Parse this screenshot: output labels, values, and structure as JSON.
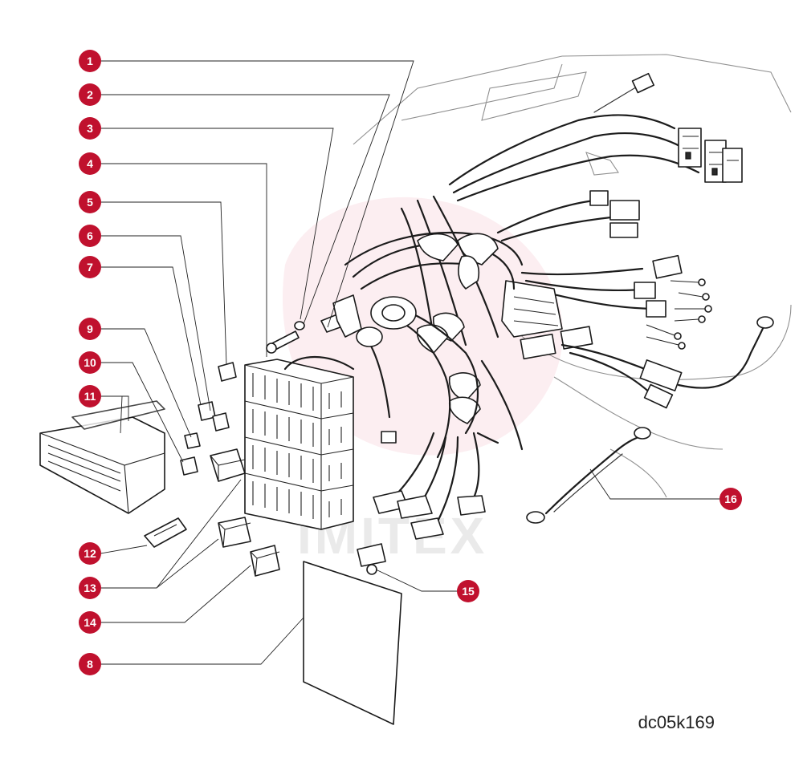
{
  "diagram": {
    "reference_code": "dc05k169",
    "watermark_text": "IMITEX",
    "callout_color": "#c0112e",
    "callouts": [
      {
        "id": "1",
        "label": "1"
      },
      {
        "id": "2",
        "label": "2"
      },
      {
        "id": "3",
        "label": "3"
      },
      {
        "id": "4",
        "label": "4"
      },
      {
        "id": "5",
        "label": "5"
      },
      {
        "id": "6",
        "label": "6"
      },
      {
        "id": "7",
        "label": "7"
      },
      {
        "id": "8",
        "label": "8"
      },
      {
        "id": "9",
        "label": "9"
      },
      {
        "id": "10",
        "label": "10"
      },
      {
        "id": "11",
        "label": "11"
      },
      {
        "id": "12",
        "label": "12"
      },
      {
        "id": "13",
        "label": "13"
      },
      {
        "id": "14",
        "label": "14"
      },
      {
        "id": "15",
        "label": "15"
      },
      {
        "id": "16",
        "label": "16"
      }
    ]
  }
}
